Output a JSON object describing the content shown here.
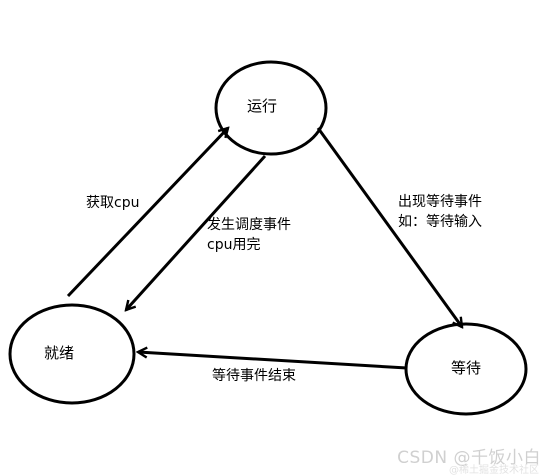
{
  "diagram": {
    "nodes": {
      "running": "运行",
      "ready": "就绪",
      "waiting": "等待"
    },
    "edges": {
      "get_cpu": "获取cpu",
      "schedule_line1": "发生调度事件",
      "schedule_line2": "cpu用完",
      "wait_line1": "出现等待事件",
      "wait_line2": "如：等待输入",
      "wait_end": "等待事件结束"
    }
  },
  "watermark": {
    "text": "CSDN @千饭小白",
    "subtext": "@稀土掘金技术社区"
  },
  "colors": {
    "stroke": "#000000",
    "background": "#ffffff",
    "watermark": "#d0d0d0"
  }
}
